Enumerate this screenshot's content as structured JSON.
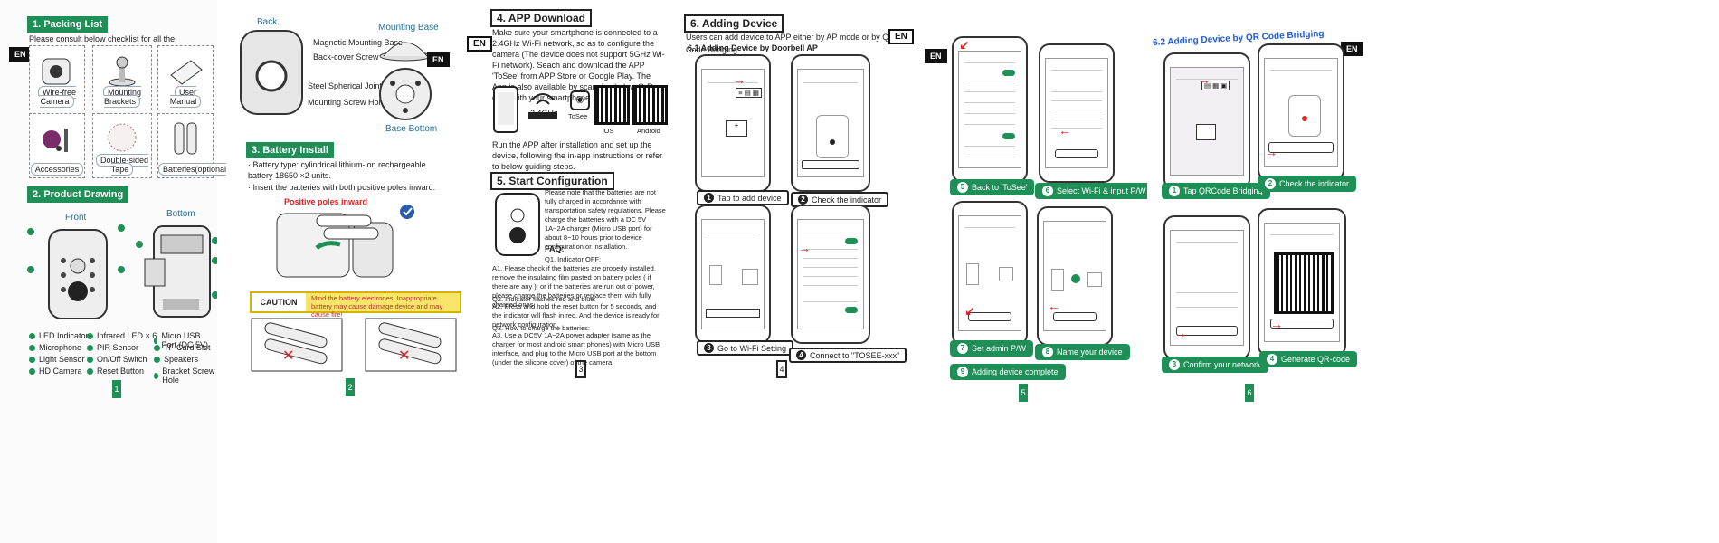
{
  "badges": {
    "en": "EN"
  },
  "p1": {
    "packing_title": "1. Packing List",
    "packing_intro": "Please consult below checklist for all the components.",
    "items": [
      "Wire-free Camera",
      "Mounting Brackets",
      "User Manual",
      "Accessories",
      "Double-sided Tape",
      "Batteries(optional)"
    ],
    "drawing_title": "2. Product Drawing",
    "front": "Front",
    "bottom": "Bottom",
    "legend_left": [
      "LED Indicator",
      "Microphone",
      "Light Sensor",
      "HD Camera"
    ],
    "legend_mid": [
      "Infrared LED × 6",
      "PIR Sensor",
      "On/Off Switch",
      "Reset Button"
    ],
    "legend_right": [
      "Micro USB Port (DC 5V)",
      "TF-Card Slot",
      "Speakers",
      "Bracket Screw Hole"
    ],
    "page": "1"
  },
  "p2": {
    "back": "Back",
    "mounting_base": "Mounting Base",
    "labels": [
      "Magnetic Mounting Base",
      "Back-cover Screw",
      "Steel Spherical Joint",
      "Mounting Screw Hole"
    ],
    "base_bottom": "Base Bottom",
    "battery_title": "3. Battery Install",
    "battery_lines": [
      "· Battery type: cylindrical lithium-ion rechargeable battery 18650 ×2 units.",
      "· Insert the batteries with both positive poles inward."
    ],
    "positive": "Positive poles inward",
    "caution": "CAUTION",
    "caution_text": "Mind the battery electrodes! Inappropriate battery may cause damage device and may cause fire!",
    "page": "2"
  },
  "p3": {
    "app_title": "4. APP Download",
    "app_text": "Make sure your smartphone is connected to a 2.4GHz Wi-Fi network, so as to configure the camera (The device does not support 5GHz Wi-Fi network). Seach and download the APP 'ToSee' from APP Store or Google Play. The App is also available by scanning below Q-R code with your smartphone.",
    "ghz": "2.4GHz",
    "tosee": "ToSee",
    "ios": "iOS",
    "android": "Android",
    "run_text": "Run the APP after installation and set up the device, following the in-app instructions or refer to below guiding steps.",
    "start_title": "5. Start Configuration",
    "start_text": "Please note that the batteries are not fully charged in accordance with transportation safety regulations. Please charge the batteries with a DC 5V 1A~2A charger (Micro USB port) for about 8~10 hours prior to device configuration or installation.",
    "faq": "FAQ:",
    "q1": "Q1. Indicator OFF:",
    "a1": "A1. Please check if the batteries are properly installed, remove the insulating film pasted on battery poles ( if there are any ); or if the batteries are run out of power, please charge the batteries or replace them with fully charged ones.",
    "q2": "Q2. Indicator flashes red and blue:",
    "a2": "A2. Press and hold the reset button for 5 seconds, and the indicator will flash in red. And the device is ready for network configuration.",
    "q3": "Q3. How to charge the batteries:",
    "a3": "A3. Use a DC5V 1A~2A power adapter (same as the charger for most android smart phones) with Micro USB interface, and plug to the Micro USB port at the bottom (under the silicone cover) of the camera.",
    "page": "3"
  },
  "p4": {
    "title": "6. Adding Device",
    "intro": "Users can add device to APP either by AP mode or by QR Code Bridging.",
    "sub": "6.1 Adding Device by Doorbell AP",
    "steps": [
      "Tap to add device",
      "Check the indicator",
      "Go to Wi-Fi Setting",
      "Connect to \"TOSEE-xxx\""
    ],
    "page": "4"
  },
  "p5": {
    "steps": [
      "Back to 'ToSee'",
      "Select Wi-Fi & input P/W",
      "Set admin P/W",
      "Name your device",
      "Adding device complete"
    ],
    "page": "5"
  },
  "p6": {
    "title": "6.2 Adding Device by QR Code Bridging",
    "steps": [
      "Tap QRCode Bridging",
      "Check the indicator",
      "Confirm your network",
      "Generate QR-code"
    ],
    "page": "6"
  }
}
